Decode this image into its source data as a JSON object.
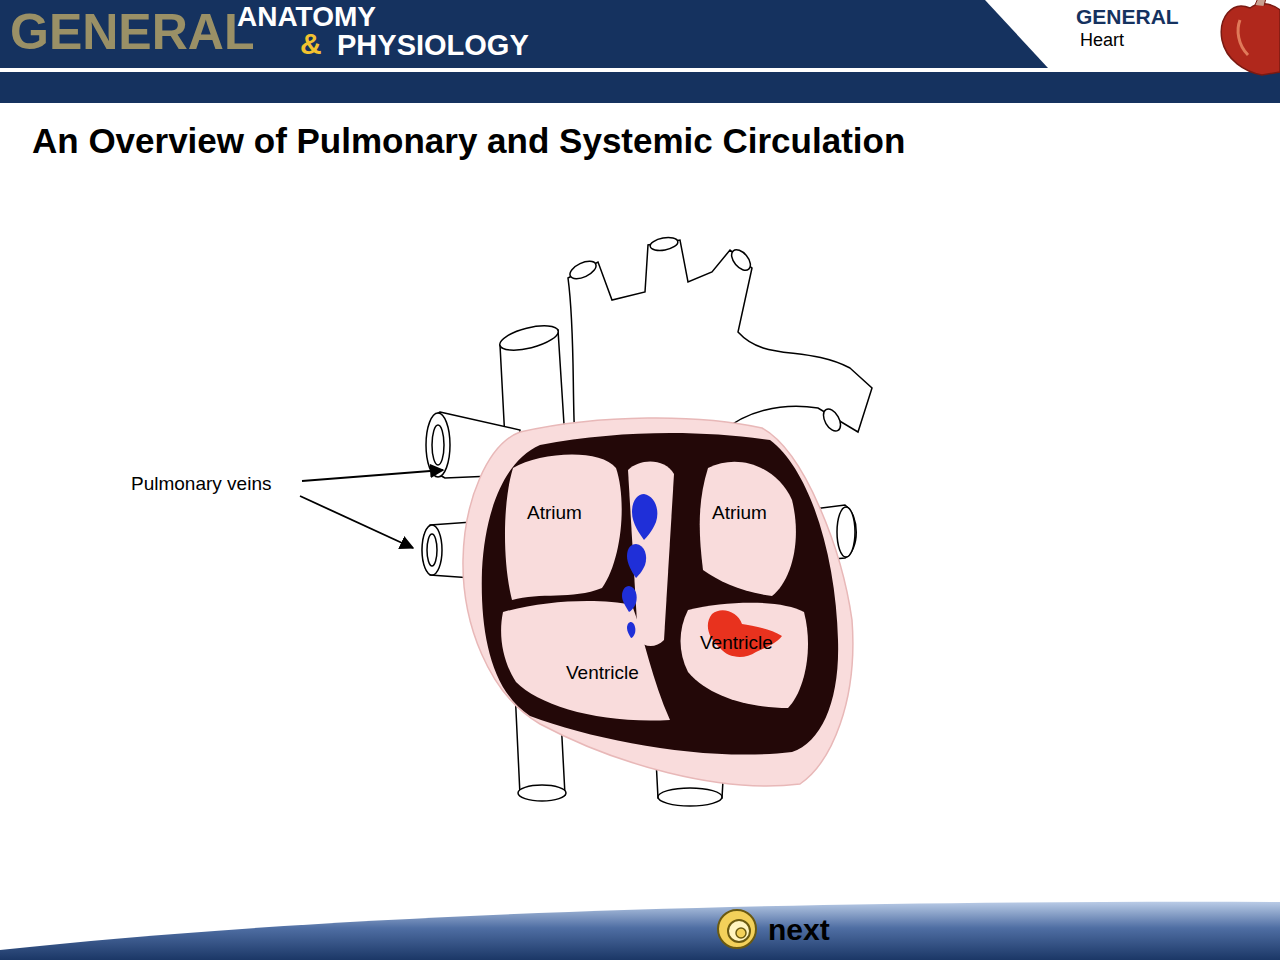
{
  "diagram": {
    "title": "An Overview of Pulmonary and Systemic Circulation",
    "labels": [
      "GENERAL",
      "ANATOMY",
      "&",
      "PHYSIOLOGY",
      "GENERAL",
      "Heart",
      "Pulmonary veins",
      "Atrium",
      "Atrium",
      "Ventricle",
      "Ventricle",
      "next"
    ]
  }
}
